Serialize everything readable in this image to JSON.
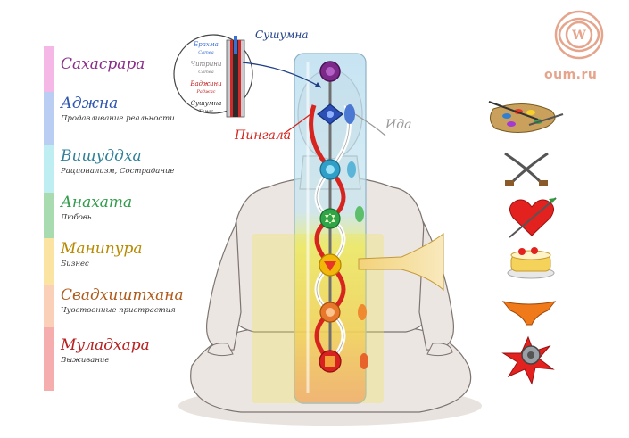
{
  "chakras": [
    {
      "name": "Сахасрара",
      "meaning": "",
      "color": "#8a2c8a",
      "stripe": "#f5b8e6"
    },
    {
      "name": "Аджна",
      "meaning": "Продавливание реальности",
      "color": "#2e55b0",
      "stripe": "#b9cef2"
    },
    {
      "name": "Вишуддха",
      "meaning": "Рационализм, Сострадание",
      "color": "#2e7f9a",
      "stripe": "#bfeef2"
    },
    {
      "name": "Анахата",
      "meaning": "Любовь",
      "color": "#2f9d4a",
      "stripe": "#a9dbb0"
    },
    {
      "name": "Манипура",
      "meaning": "Бизнес",
      "color": "#b88a00",
      "stripe": "#fbe3a2"
    },
    {
      "name": "Свадхиштхана",
      "meaning": "Чувственные пристрастия",
      "color": "#b05a1a",
      "stripe": "#fbd0b8"
    },
    {
      "name": "Муладхара",
      "meaning": "Выживание",
      "color": "#b82020",
      "stripe": "#f6adad"
    }
  ],
  "annotations": {
    "sushumna": "Сушумна",
    "pingala": "Пингала",
    "ida": "Ида"
  },
  "inset": {
    "layers": [
      {
        "name": "Брахма",
        "sub": "Сатва"
      },
      {
        "name": "Читрини",
        "sub": "Сатва"
      },
      {
        "name": "Ваджини",
        "sub": "Раджас"
      },
      {
        "name": "Сушумна",
        "sub": "Тамас"
      }
    ]
  },
  "logo": {
    "text": "oum.ru",
    "color": "#e5a58c"
  },
  "icons": [
    "palette-icon",
    "crossed-swords-icon",
    "heart-arrow-icon",
    "cake-icon",
    "panties-icon",
    "bear-trap-icon"
  ]
}
